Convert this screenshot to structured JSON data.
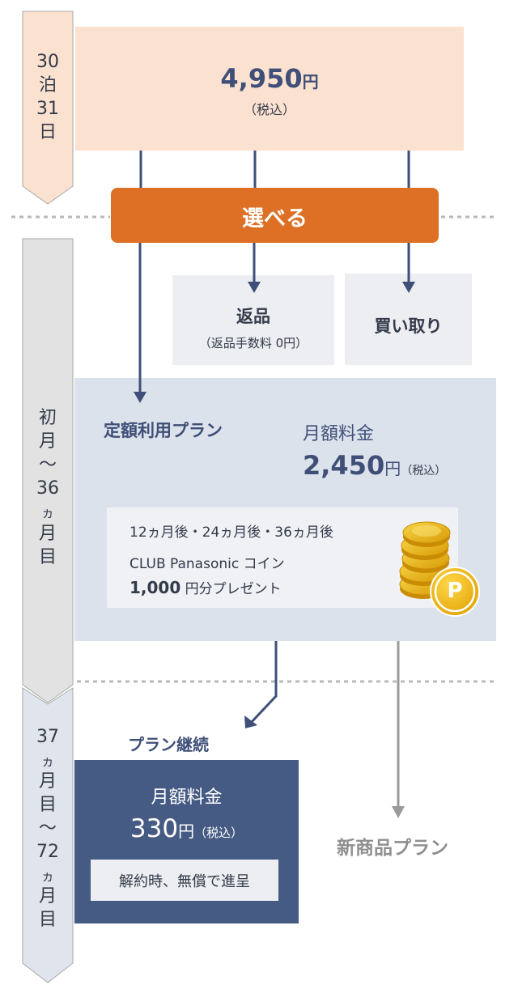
{
  "timeline": {
    "stage1": [
      "30",
      "泊",
      "31",
      "日"
    ],
    "stage2": [
      "初",
      "月",
      "〜",
      "36",
      "ヵ",
      "月",
      "目"
    ],
    "stage3": [
      "37",
      "ヵ",
      "月",
      "目",
      "〜",
      "72",
      "ヵ",
      "月",
      "目"
    ]
  },
  "trial": {
    "price": "4,950",
    "yen": "円",
    "tax": "（税込）"
  },
  "choose": {
    "label": "選べる"
  },
  "return_option": {
    "title": "返品",
    "note": "（返品手数料 0円）"
  },
  "buyout_option": {
    "title": "買い取り"
  },
  "subscription": {
    "title": "定額利用プラン",
    "monthly_label": "月額料金",
    "price": "2,450",
    "yen": "円",
    "tax": "（税込）",
    "bonus": {
      "line1": "12ヵ月後・24ヵ月後・36ヵ月後",
      "line2": "CLUB Panasonic コイン",
      "line3_amount": "1,000",
      "line3_rest": " 円分プレゼント",
      "coin_mark": "P"
    }
  },
  "continue_plan": {
    "title": "プラン継続",
    "monthly_label": "月額料金",
    "price": "330",
    "yen": "円",
    "tax": "（税込）",
    "note": "解約時、無償で進呈"
  },
  "new_plan": {
    "label": "新商品プラン"
  },
  "colors": {
    "peach": "#fbe1cf",
    "orange": "#dd7025",
    "navy": "#3f4f78",
    "light_blue_panel": "#dce2eb",
    "gray_panel": "#eceef1",
    "gray_arrow": "#e3e3e3",
    "gold": "#e6b30f"
  }
}
